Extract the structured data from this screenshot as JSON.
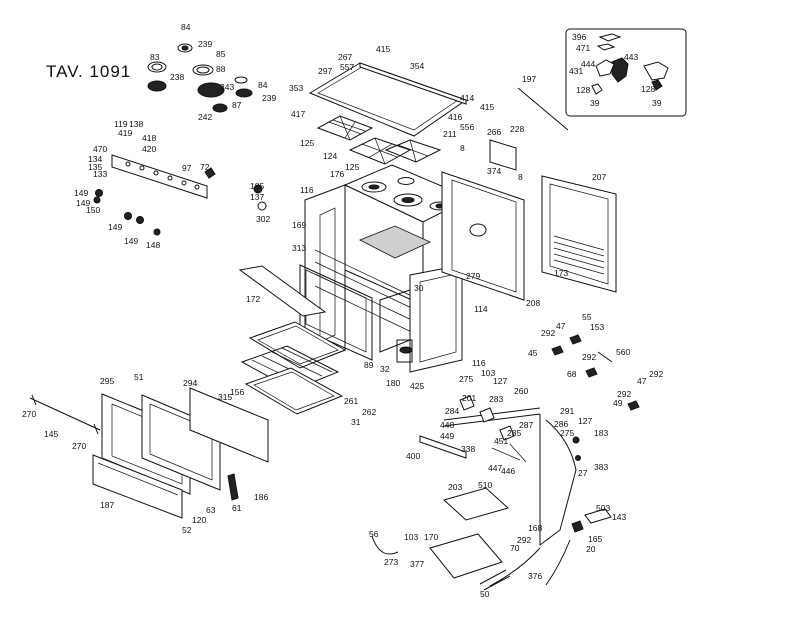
{
  "diagram": {
    "table_title": "TAV. 1091",
    "labels": [
      "84",
      "239",
      "83",
      "85",
      "88",
      "238",
      "243",
      "84",
      "87",
      "239",
      "242",
      "267",
      "415",
      "557",
      "354",
      "297",
      "353",
      "417",
      "414",
      "415",
      "416",
      "556",
      "266",
      "211",
      "197",
      "228",
      "374",
      "125",
      "124",
      "125",
      "176",
      "116",
      "8",
      "8",
      "207",
      "173",
      "279",
      "208",
      "119",
      "138",
      "418",
      "419",
      "420",
      "470",
      "134",
      "135",
      "133",
      "97",
      "72",
      "185",
      "137",
      "302",
      "169",
      "313",
      "172",
      "30",
      "114",
      "116",
      "89",
      "32",
      "180",
      "425",
      "149",
      "149",
      "150",
      "149",
      "149",
      "148",
      "292",
      "47",
      "55",
      "153",
      "45",
      "292",
      "560",
      "68",
      "292",
      "47",
      "292",
      "49",
      "275",
      "103",
      "127",
      "260",
      "201",
      "283",
      "284",
      "291",
      "448",
      "449",
      "287",
      "285",
      "451",
      "338",
      "447",
      "446",
      "286",
      "275",
      "127",
      "183",
      "27",
      "383",
      "400",
      "295",
      "51",
      "294",
      "156",
      "315",
      "270",
      "145",
      "270",
      "261",
      "262",
      "31",
      "187",
      "63",
      "120",
      "52",
      "61",
      "186",
      "203",
      "510",
      "56",
      "103",
      "273",
      "377",
      "170",
      "70",
      "292",
      "168",
      "50",
      "376",
      "503",
      "143",
      "165",
      "20",
      "396",
      "471",
      "443",
      "444",
      "431",
      "128",
      "39",
      "128",
      "39"
    ]
  }
}
